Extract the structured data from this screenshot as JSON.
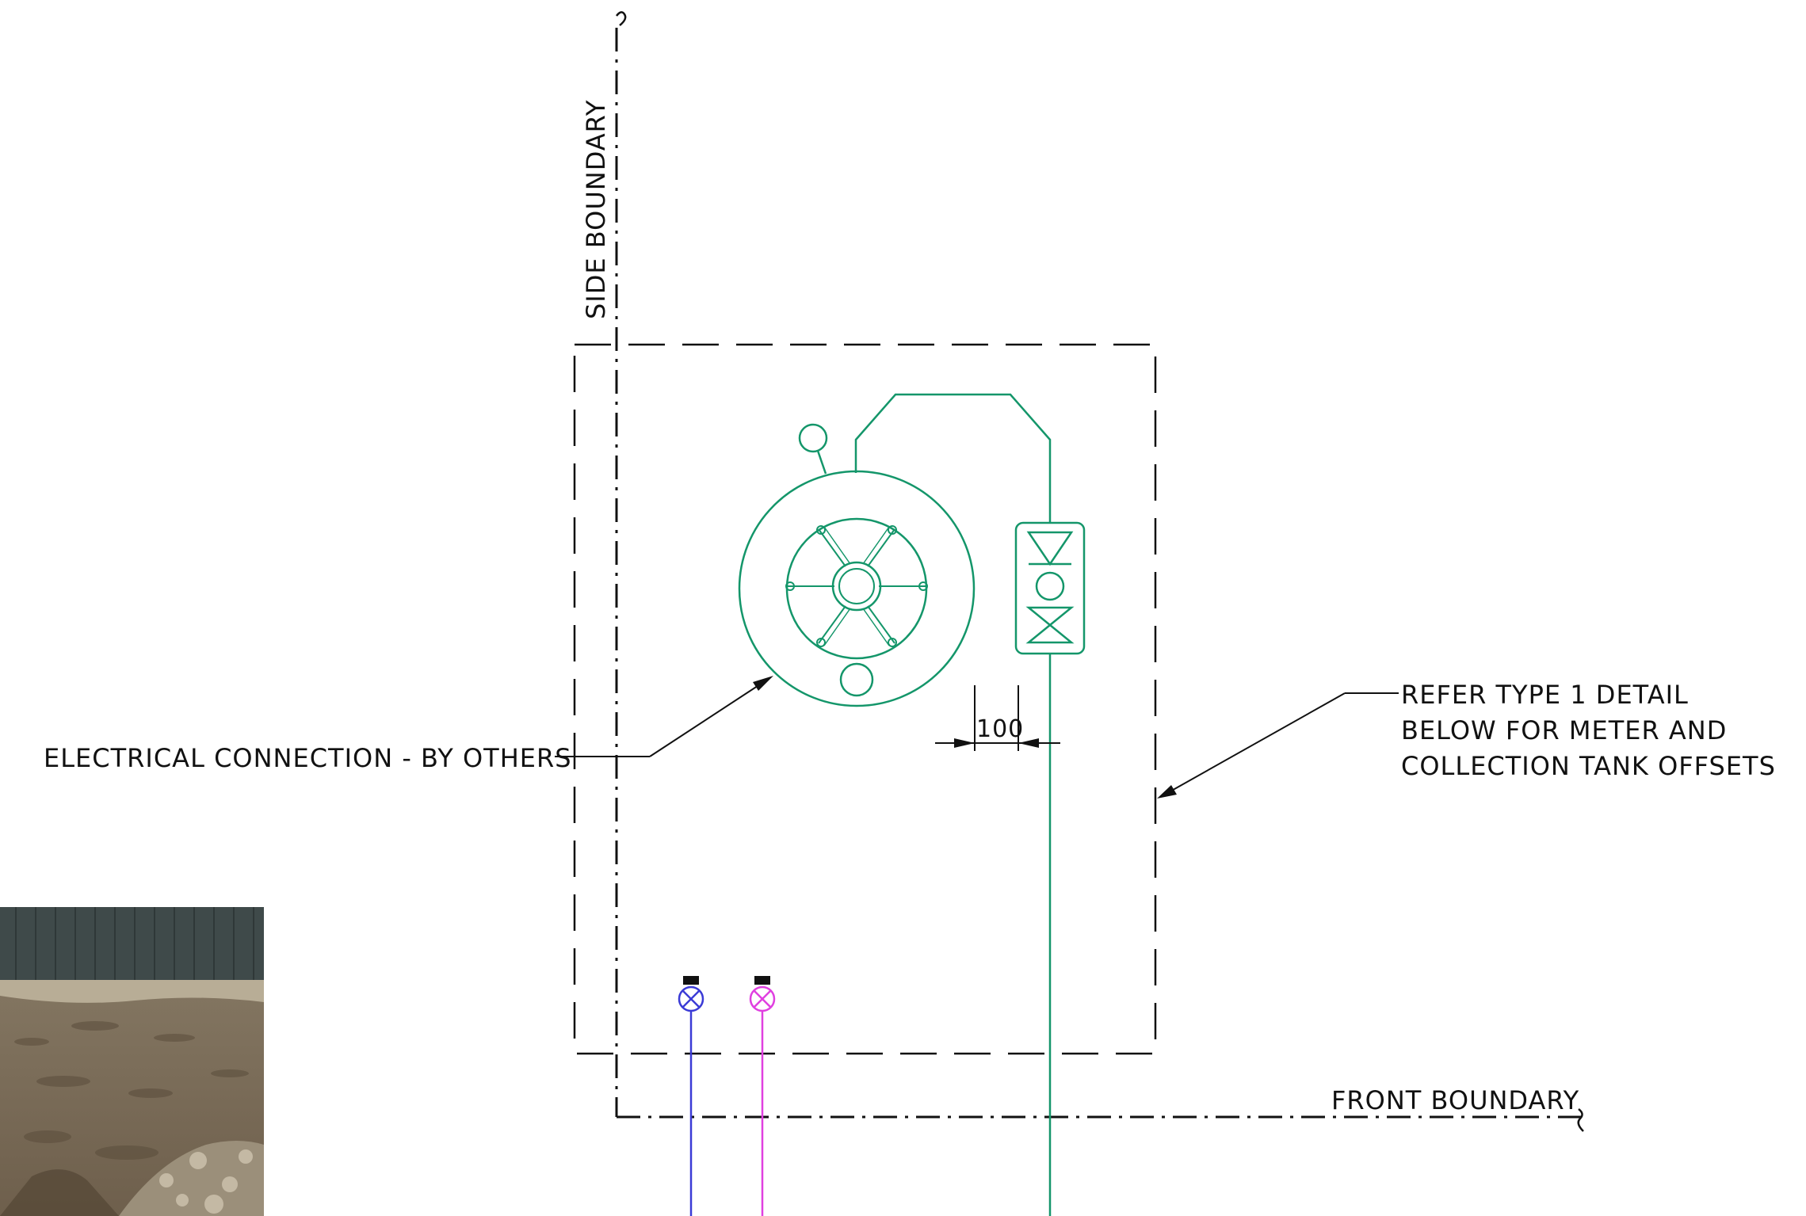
{
  "labels": {
    "side_boundary": "SIDE BOUNDARY",
    "front_boundary": "FRONT BOUNDARY",
    "electrical": "ELECTRICAL CONNECTION - BY OTHERS",
    "refer_line1": "REFER TYPE 1 DETAIL",
    "refer_line2": "BELOW FOR METER AND",
    "refer_line3": "COLLECTION TANK OFFSETS",
    "dimension": "100"
  },
  "colors": {
    "ink": "#111111",
    "green": "#14966a",
    "blue": "#3b3bd6",
    "magenta": "#e040e0"
  },
  "icons": [
    "tank-icon",
    "meter-valve-icon",
    "blue-service-icon",
    "magenta-service-icon"
  ]
}
